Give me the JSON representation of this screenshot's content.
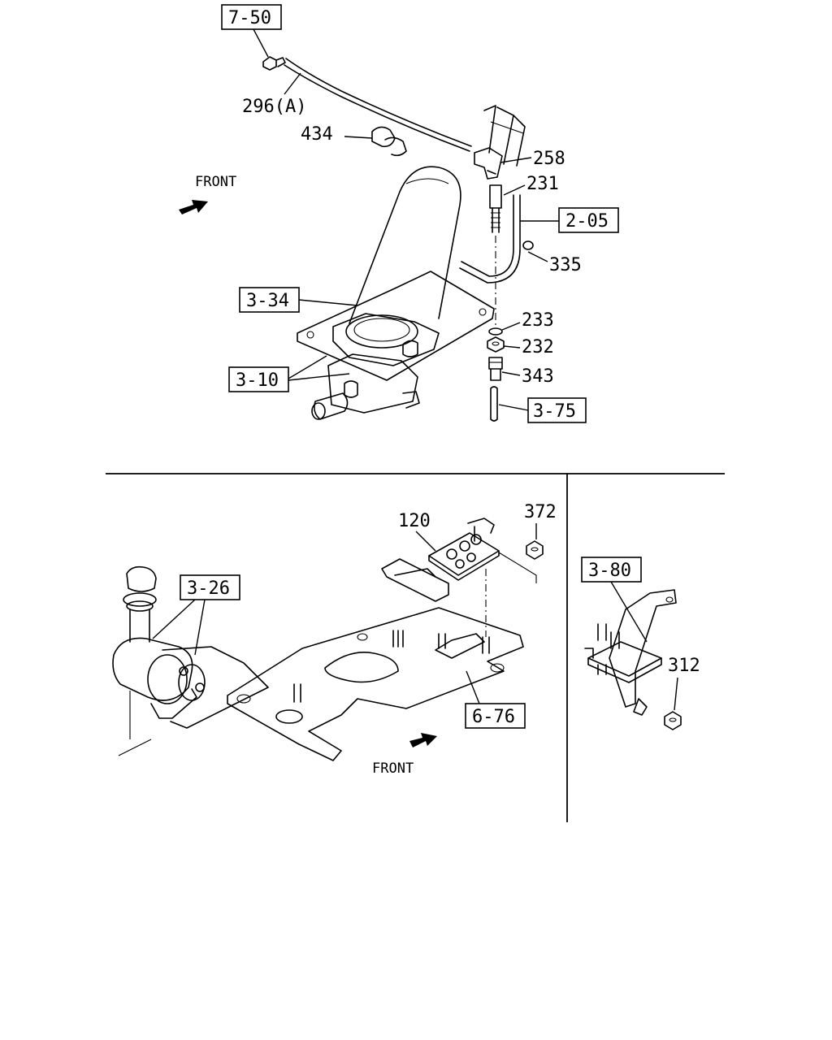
{
  "top_panel": {
    "ref_7_50": "7-50",
    "part_296a": "296(A)",
    "part_434": "434",
    "front": "FRONT",
    "part_258": "258",
    "part_231": "231",
    "ref_2_05": "2-05",
    "part_335": "335",
    "ref_3_34": "3-34",
    "part_233": "233",
    "part_232": "232",
    "ref_3_10": "3-10",
    "part_343": "343",
    "ref_3_75": "3-75"
  },
  "bottom_left_panel": {
    "part_120": "120",
    "part_372": "372",
    "ref_3_26": "3-26",
    "ref_6_76": "6-76",
    "front": "FRONT"
  },
  "bottom_right_panel": {
    "ref_3_80": "3-80",
    "part_312": "312"
  }
}
